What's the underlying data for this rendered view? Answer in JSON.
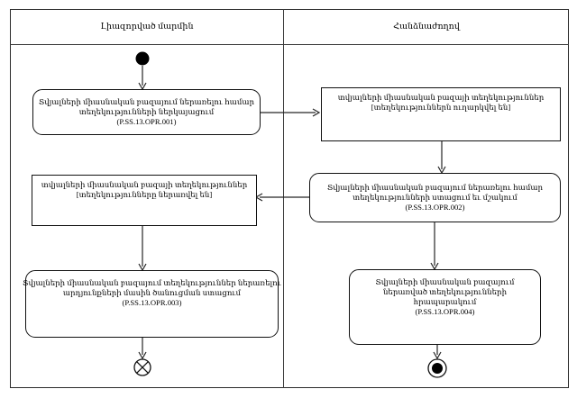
{
  "diagram": {
    "kind": "uml-activity-swimlane",
    "colors": {
      "line": "#2b2b2b",
      "node_border": "#111111",
      "background": "#ffffff",
      "initial_fill": "#000000"
    },
    "lanes": [
      {
        "id": "left",
        "title": "Լիազորված մարմին"
      },
      {
        "id": "right",
        "title": "Հանձնաժողով"
      }
    ],
    "icons": {
      "initial-node": "●",
      "flow-final-node": "⊗",
      "activity-final-node": "◉"
    },
    "nodes": {
      "action1": {
        "lane": "left",
        "type": "action",
        "lines": [
          "Տվյալների միասնական բազայում ներառելու համար",
          "տեղեկությունների ներկայացում",
          "(P.SS.13.OPR.001)"
        ]
      },
      "object1": {
        "lane": "right",
        "type": "object",
        "lines": [
          "տվյալների միասնական բազայի տեղեկություններ",
          "[տեղեկություններն ուղարկվել են]"
        ]
      },
      "action2": {
        "lane": "right",
        "type": "action",
        "lines": [
          "Տվյալների միասնական բազայում ներառելու համար",
          "տեղեկությունների ստացում եւ մշակում",
          "(P.SS.13.OPR.002)"
        ]
      },
      "object2": {
        "lane": "left",
        "type": "object",
        "lines": [
          "տվյալների միասնական բազայի տեղեկություններ",
          "[տեղեկությունները ներառվել են]"
        ]
      },
      "action3": {
        "lane": "left",
        "type": "action",
        "lines": [
          "Տվյալների միասնական բազայում տեղեկություններ ներառելու",
          "արդյունքների մասին ծանուցման ստացում",
          "(P.SS.13.OPR.003)"
        ]
      },
      "action4": {
        "lane": "right",
        "type": "action",
        "lines": [
          "Տվյալների միասնական բազայում",
          "ներառված տեղեկությունների",
          "հրապարակում",
          "(P.SS.13.OPR.004)"
        ]
      }
    },
    "edges": [
      "initial -> action1",
      "action1 -> object1",
      "object1 -> action2",
      "action2 -> object2",
      "object2 -> action3",
      "action2 -> action4",
      "action3 -> flow-final",
      "action4 -> activity-final"
    ]
  }
}
